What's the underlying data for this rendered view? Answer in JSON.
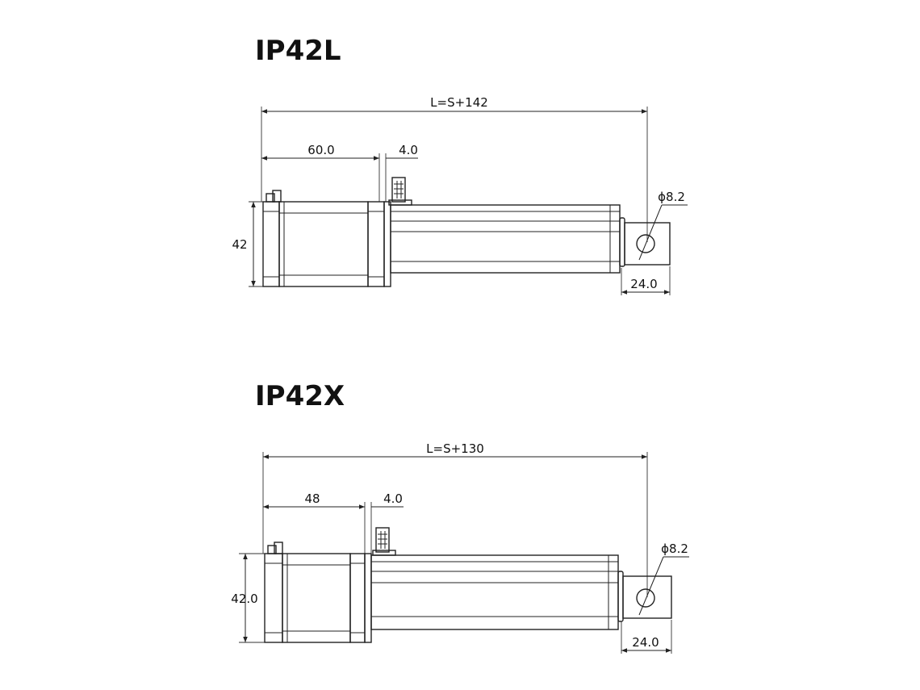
{
  "drawings": [
    {
      "title": "IP42L",
      "overall_length": "L=S+142",
      "motor_length": "60.0",
      "flange_thickness": "4.0",
      "height": "42",
      "hole_diameter": "ϕ8.2",
      "rod_end_length": "24.0"
    },
    {
      "title": "IP42X",
      "overall_length": "L=S+130",
      "motor_length": "48",
      "flange_thickness": "4.0",
      "height": "42.0",
      "hole_diameter": "ϕ8.2",
      "rod_end_length": "24.0"
    }
  ]
}
